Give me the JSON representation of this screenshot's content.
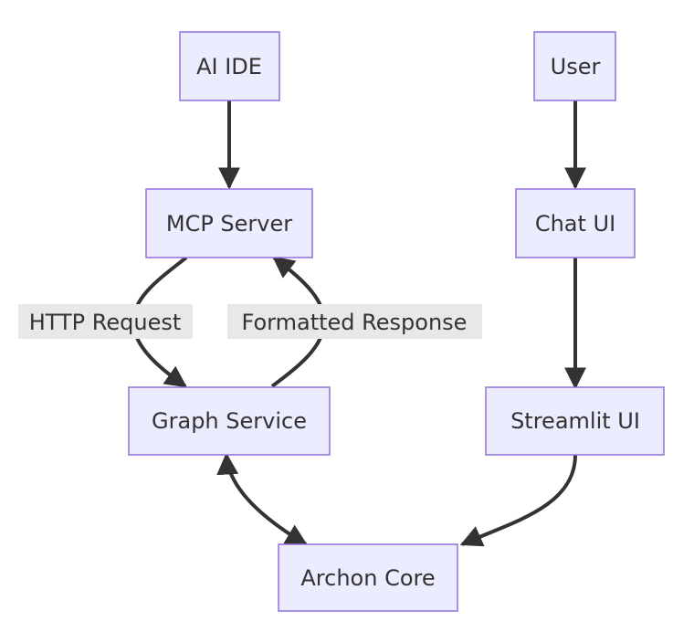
{
  "nodes": {
    "ai_ide": "AI IDE",
    "user": "User",
    "mcp_server": "MCP Server",
    "chat_ui": "Chat UI",
    "graph_service": "Graph Service",
    "streamlit_ui": "Streamlit UI",
    "archon_core": "Archon Core"
  },
  "edge_labels": {
    "http_request": "HTTP Request",
    "formatted_response": "Formatted Response"
  },
  "colors": {
    "node_fill": "#ECECFF",
    "node_stroke": "#9370DB",
    "edge": "#333333",
    "label_bg": "#e8e8e8"
  }
}
